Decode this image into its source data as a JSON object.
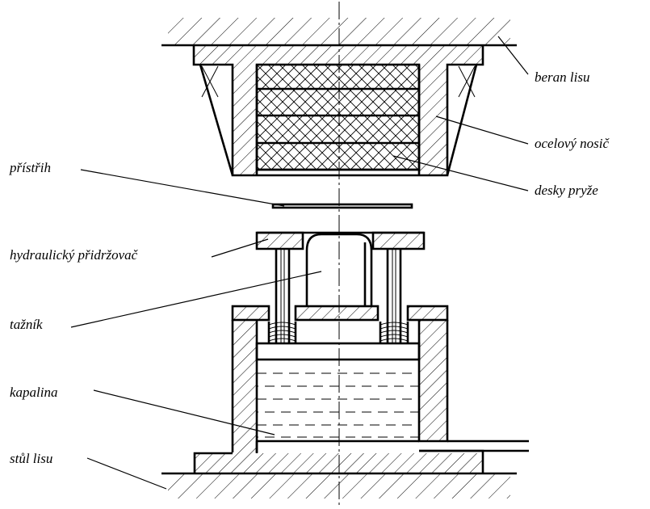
{
  "labels": {
    "beran_lisu": "beran lisu",
    "ocelovy_nosic": "ocelový nosič",
    "desky_pryze": "desky pryže",
    "pristrih": "přístřih",
    "hydraulicky_pridrzovac": "hydraulický přidržovač",
    "taznik": "tažník",
    "kapalina": "kapalina",
    "stul_lisu": "stůl lisu"
  },
  "colors": {
    "line": "#000000",
    "background": "#ffffff"
  }
}
